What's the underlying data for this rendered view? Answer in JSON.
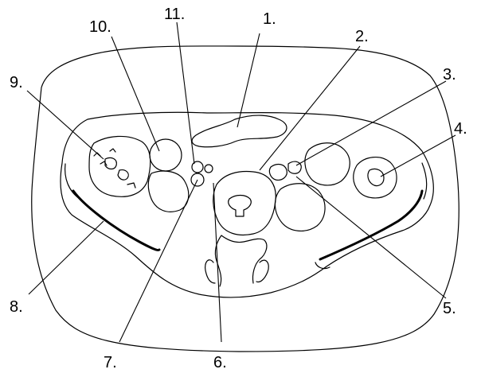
{
  "diagram": {
    "labels": [
      {
        "id": "1",
        "text": "1."
      },
      {
        "id": "2",
        "text": "2."
      },
      {
        "id": "3",
        "text": "3."
      },
      {
        "id": "4",
        "text": "4."
      },
      {
        "id": "5",
        "text": "5."
      },
      {
        "id": "6",
        "text": "6."
      },
      {
        "id": "7",
        "text": "7."
      },
      {
        "id": "8",
        "text": "8."
      },
      {
        "id": "9",
        "text": "9."
      },
      {
        "id": "10",
        "text": "10."
      },
      {
        "id": "11",
        "text": "11."
      }
    ]
  }
}
